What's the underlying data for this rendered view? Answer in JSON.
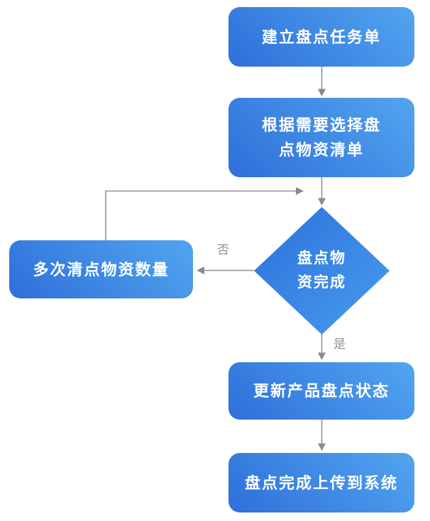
{
  "flowchart": {
    "title": "inventory-check-flow",
    "nodes": {
      "create_task": {
        "label": "建立盘点任务单"
      },
      "select_list": {
        "label": "根据需要选择盘点物资清单",
        "lines": [
          "根据需要选择盘",
          "点物资清单"
        ]
      },
      "decision": {
        "label": "盘点物资完成",
        "lines": [
          "盘点物",
          "资完成"
        ]
      },
      "recount": {
        "label": "多次清点物资数量"
      },
      "update_status": {
        "label": "更新产品盘点状态"
      },
      "upload_system": {
        "label": "盘点完成上传到系统"
      }
    },
    "edge_labels": {
      "no": "否",
      "yes": "是"
    },
    "colors": {
      "node_gradient_start": "#2e6fd9",
      "node_gradient_end": "#52a5f0",
      "diamond_gradient_start": "#2e72db",
      "diamond_gradient_end": "#469bee",
      "node_text": "#ffffff",
      "arrow_line": "#909090",
      "arrow_head": "#8a8a8a",
      "edge_label_text": "#8e9196",
      "background": "#ffffff"
    }
  }
}
